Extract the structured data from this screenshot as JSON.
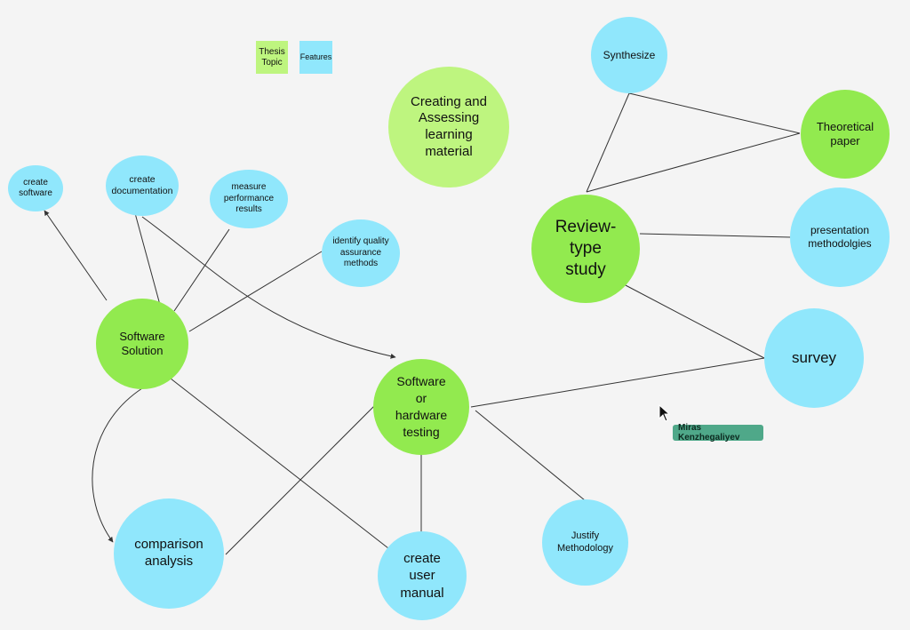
{
  "colors": {
    "thesis": "#bef57f",
    "main": "#92ea4f",
    "feature": "#90e7fc",
    "edge": "#333333",
    "cursor_tag": "#4fa889"
  },
  "legend": {
    "thesis_label": "Thesis\nTopic",
    "features_label": "Features"
  },
  "nodes": {
    "creating": "Creating and\nAssessing\nlearning\nmaterial",
    "synthesize": "Synthesize",
    "theoretical": "Theoretical\npaper",
    "review": "Review-\ntype\nstudy",
    "presentation": "presentation\nmethodolgies",
    "survey": "survey",
    "create_software": "create\nsoftware",
    "create_documentation": "create\ndocumentation",
    "measure": "measure\nperformance\nresults",
    "identify": "identify quality\nassurance\nmethods",
    "software_solution": "Software\nSolution",
    "testing": "Software\nor\nhardware\ntesting",
    "comparison": "comparison\nanalysis",
    "user_manual": "create\nuser\nmanual",
    "justify": "Justify\nMethodology"
  },
  "cursor": {
    "user": "Miras Kenzhegaliyev",
    "icon": "pointer-cursor-icon"
  }
}
